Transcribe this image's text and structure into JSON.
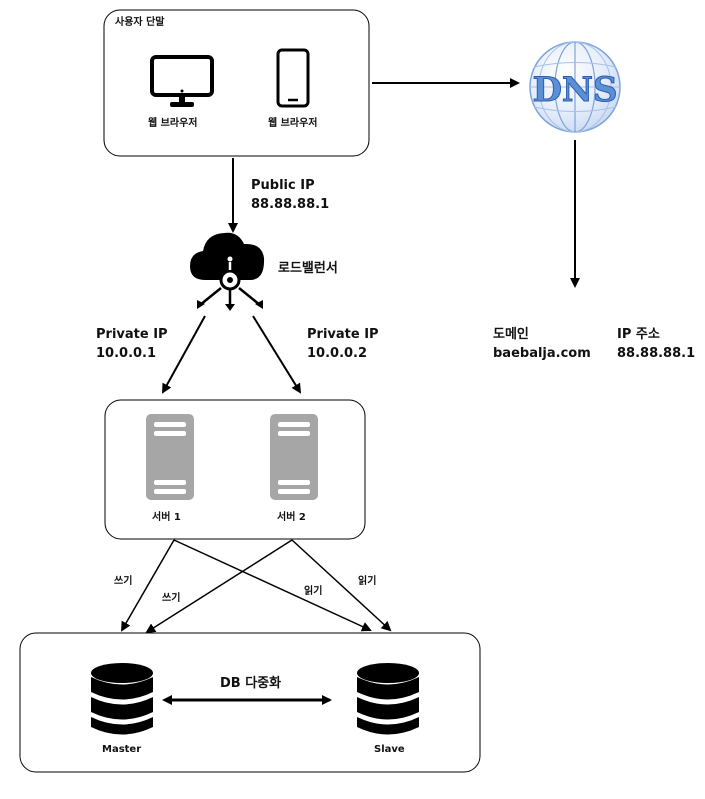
{
  "client_box": {
    "title": "사용자 단말",
    "devices": [
      {
        "icon": "monitor-icon",
        "label": "웹 브라우저"
      },
      {
        "icon": "smartphone-icon",
        "label": "웹 브라우저"
      }
    ]
  },
  "dns": {
    "icon_text": "DNS",
    "record": {
      "domain_header": "도메인",
      "domain_value": "baebalja.com",
      "ip_header": "IP 주소",
      "ip_value": "88.88.88.1"
    }
  },
  "public_link": {
    "label": "Public IP",
    "ip": "88.88.88.1"
  },
  "load_balancer": {
    "label": "로드밸런서"
  },
  "private_links": [
    {
      "label": "Private IP",
      "ip": "10.0.0.1"
    },
    {
      "label": "Private IP",
      "ip": "10.0.0.2"
    }
  ],
  "servers": [
    {
      "label": "서버 1"
    },
    {
      "label": "서버 2"
    }
  ],
  "db_links": {
    "write": "쓰기",
    "read": "읽기"
  },
  "databases": {
    "master": "Master",
    "slave": "Slave",
    "replication": "DB 다중화"
  },
  "colors": {
    "stroke": "#000000",
    "server_fill": "#a6a6a6",
    "globe_blue": "#5b8fd6",
    "globe_light": "#dde8f7"
  }
}
